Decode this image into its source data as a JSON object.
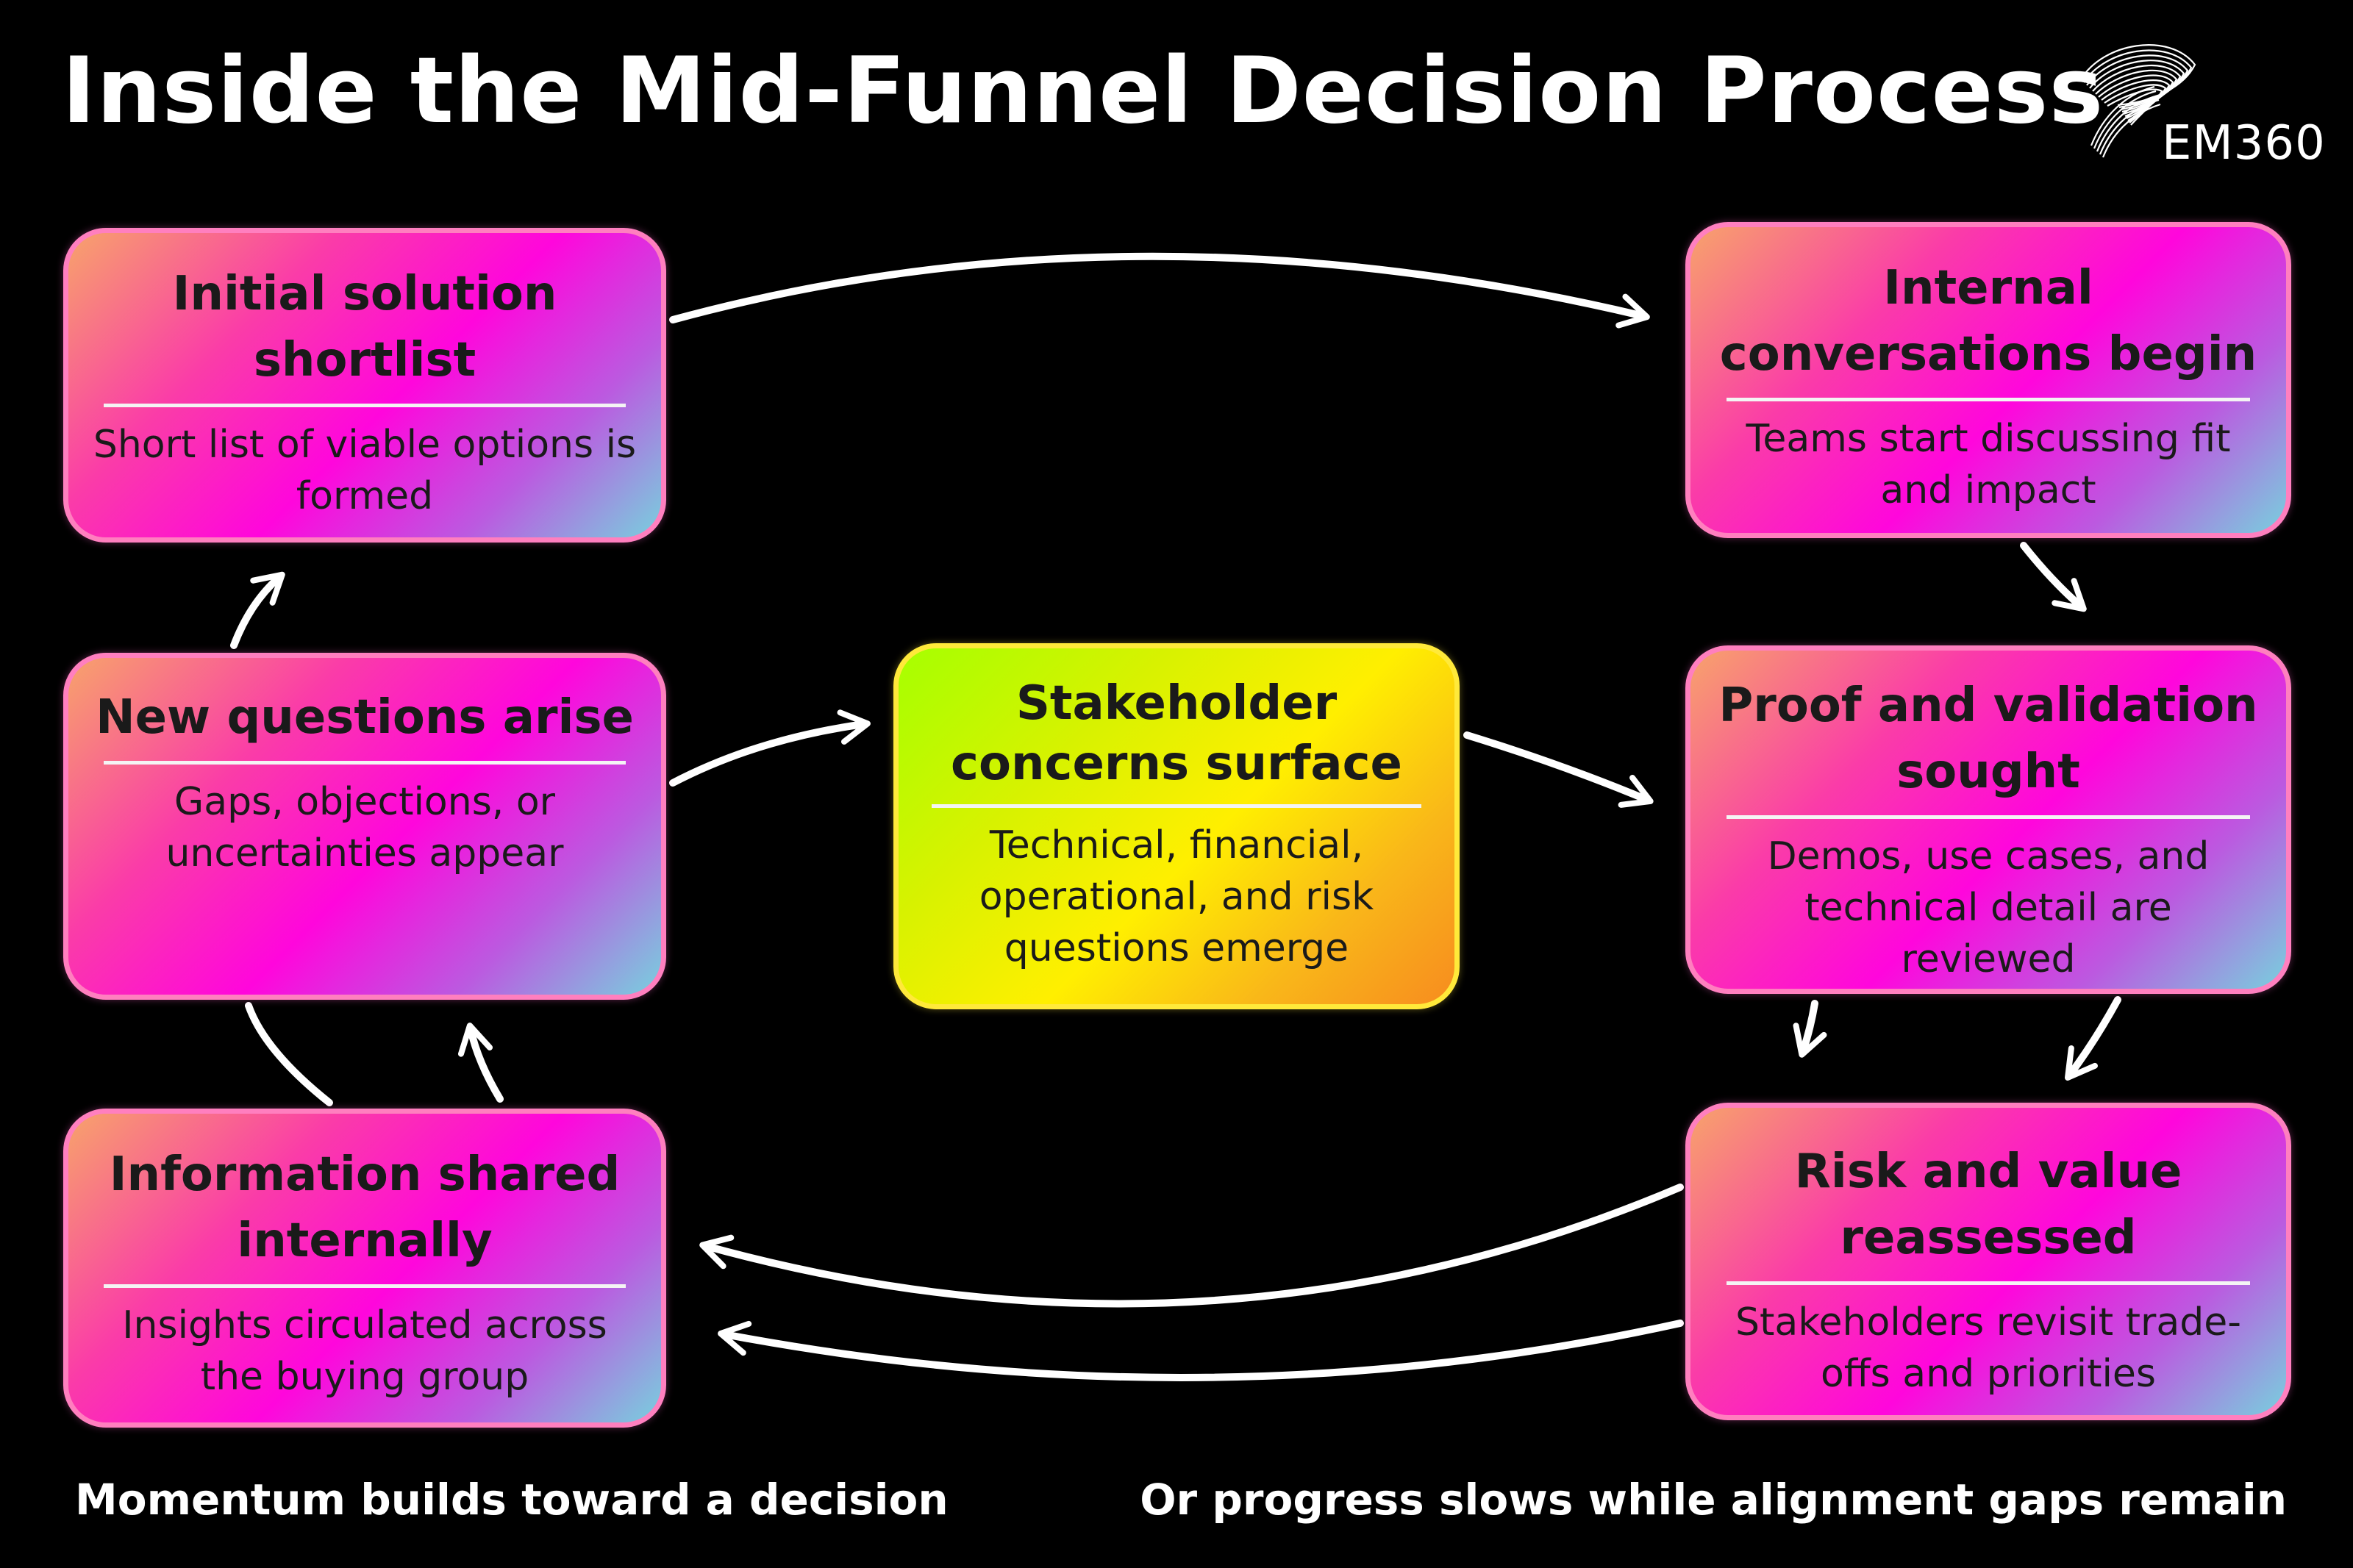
{
  "title": "Inside the Mid-Funnel Decision Process",
  "logo": {
    "text": "EM360"
  },
  "colors": {
    "background": "#000000",
    "stage_border": "#ff7fbf",
    "center_border": "#ffe93a",
    "arrow": "#ffffff"
  },
  "stages": {
    "shortlist": {
      "title": "Initial solution shortlist",
      "description": "Short list of viable options is formed"
    },
    "internal_conversations": {
      "title": "Internal conversations begin",
      "description": "Teams start discussing fit and impact"
    },
    "new_questions": {
      "title": "New questions arise",
      "description": "Gaps, objections, or uncertainties appear"
    },
    "stakeholder_concerns": {
      "title": "Stakeholder concerns surface",
      "description": "Technical, financial, operational, and risk questions emerge"
    },
    "proof_validation": {
      "title": "Proof and validation sought",
      "description": "Demos, use cases, and technical detail are reviewed"
    },
    "information_shared": {
      "title": "Information shared internally",
      "description": "Insights circulated across the buying group"
    },
    "risk_value": {
      "title": "Risk and value reassessed",
      "description": "Stakeholders revisit trade-offs and priorities"
    }
  },
  "footer": {
    "left": "Momentum builds toward a decision",
    "right": "Or progress slows while alignment gaps remain"
  }
}
